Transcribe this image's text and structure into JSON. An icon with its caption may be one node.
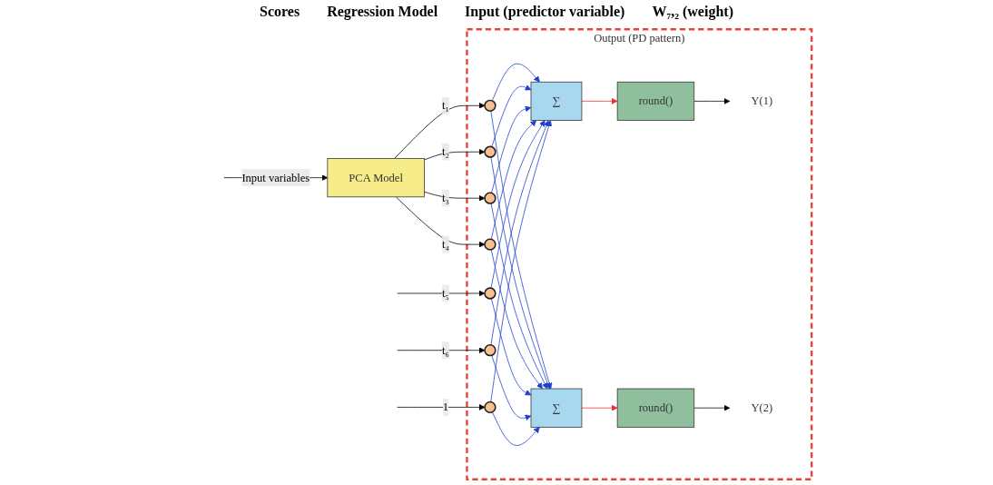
{
  "diagram": {
    "nodes": [
      {
        "text": [
          "Output (PD pattern)"
        ]
      },
      {
        "text": [
          "PCA Model"
        ]
      },
      {
        "text": [],
        "shape": "circle",
        "in": 0
      },
      {
        "text": [],
        "shape": "circle",
        "in": 0
      },
      {
        "text": [],
        "shape": "circle",
        "in": 0
      },
      {
        "text": [],
        "shape": "circle",
        "in": 0
      },
      {
        "text": [],
        "shape": "circle",
        "in": 0
      },
      {
        "text": [],
        "shape": "circle",
        "in": 0
      },
      {
        "text": [],
        "shape": "circle",
        "in": 0
      },
      {
        "text": [
          "∑"
        ],
        "in": 0
      },
      {
        "text": [
          "∑"
        ],
        "in": 0
      },
      {
        "text": [
          "round()"
        ],
        "in": 0
      },
      {
        "text": [
          "round()"
        ],
        "in": 0
      },
      {
        "text": [
          "Y(1)"
        ],
        "in": 0
      },
      {
        "text": [
          "Y(2)"
        ],
        "in": 0
      }
    ],
    "edges": [
      {
        "from": null,
        "to": 1,
        "arrow": "to",
        "label": "Input variables",
        "color": "#000000"
      },
      {
        "from": 1,
        "to": 2,
        "arrow": "to",
        "label": "t₁",
        "color": "#000000"
      },
      {
        "from": 1,
        "to": 3,
        "arrow": "to",
        "label": "t₂",
        "color": "#000000"
      },
      {
        "from": 1,
        "to": 4,
        "arrow": "to",
        "label": "t₃",
        "color": "#000000"
      },
      {
        "from": 1,
        "to": 5,
        "arrow": "to",
        "label": "t₄",
        "color": "#000000"
      },
      {
        "from": null,
        "to": 6,
        "arrow": "to",
        "label": "t₅",
        "color": "#000000"
      },
      {
        "from": null,
        "to": 7,
        "arrow": "to",
        "label": "t₆",
        "color": "#000000"
      },
      {
        "from": null,
        "to": 8,
        "arrow": "to",
        "label": "1",
        "color": "#000000"
      },
      {
        "from": 2,
        "to": 9,
        "arrow": "to",
        "color": "#2040d0"
      },
      {
        "from": 2,
        "to": 10,
        "arrow": "to",
        "color": "#2040d0"
      },
      {
        "from": 3,
        "to": 9,
        "arrow": "to",
        "color": "#2040d0"
      },
      {
        "from": 3,
        "to": 10,
        "arrow": "to",
        "color": "#2040d0"
      },
      {
        "from": 4,
        "to": 9,
        "arrow": "to",
        "color": "#2040d0"
      },
      {
        "from": 4,
        "to": 10,
        "arrow": "to",
        "color": "#2040d0"
      },
      {
        "from": 5,
        "to": 9,
        "arrow": "to",
        "color": "#2040d0"
      },
      {
        "from": 5,
        "to": 10,
        "arrow": "to",
        "color": "#2040d0"
      },
      {
        "from": 6,
        "to": 9,
        "arrow": "to",
        "color": "#2040d0"
      },
      {
        "from": 6,
        "to": 10,
        "arrow": "to",
        "color": "#2040d0"
      },
      {
        "from": 7,
        "to": 9,
        "arrow": "to",
        "color": "#2040d0"
      },
      {
        "from": 7,
        "to": 10,
        "arrow": "to",
        "color": "#2040d0"
      },
      {
        "from": 8,
        "to": 9,
        "arrow": "to",
        "color": "#2040d0"
      },
      {
        "from": 8,
        "to": 10,
        "arrow": "to",
        "color": "#2040d0"
      },
      {
        "from": 9,
        "to": 11,
        "arrow": "to",
        "color": "#f03030"
      },
      {
        "from": 10,
        "to": 12,
        "arrow": "to",
        "color": "#f03030"
      },
      {
        "from": 11,
        "to": 13,
        "arrow": "to",
        "color": "#000000"
      },
      {
        "from": 12,
        "to": 14,
        "arrow": "to",
        "color": "#000000"
      }
    ],
    "labels": [
      "Scores",
      "Regression Model",
      "Input (predictor variable)",
      "W₇,₂ (weight)"
    ]
  }
}
